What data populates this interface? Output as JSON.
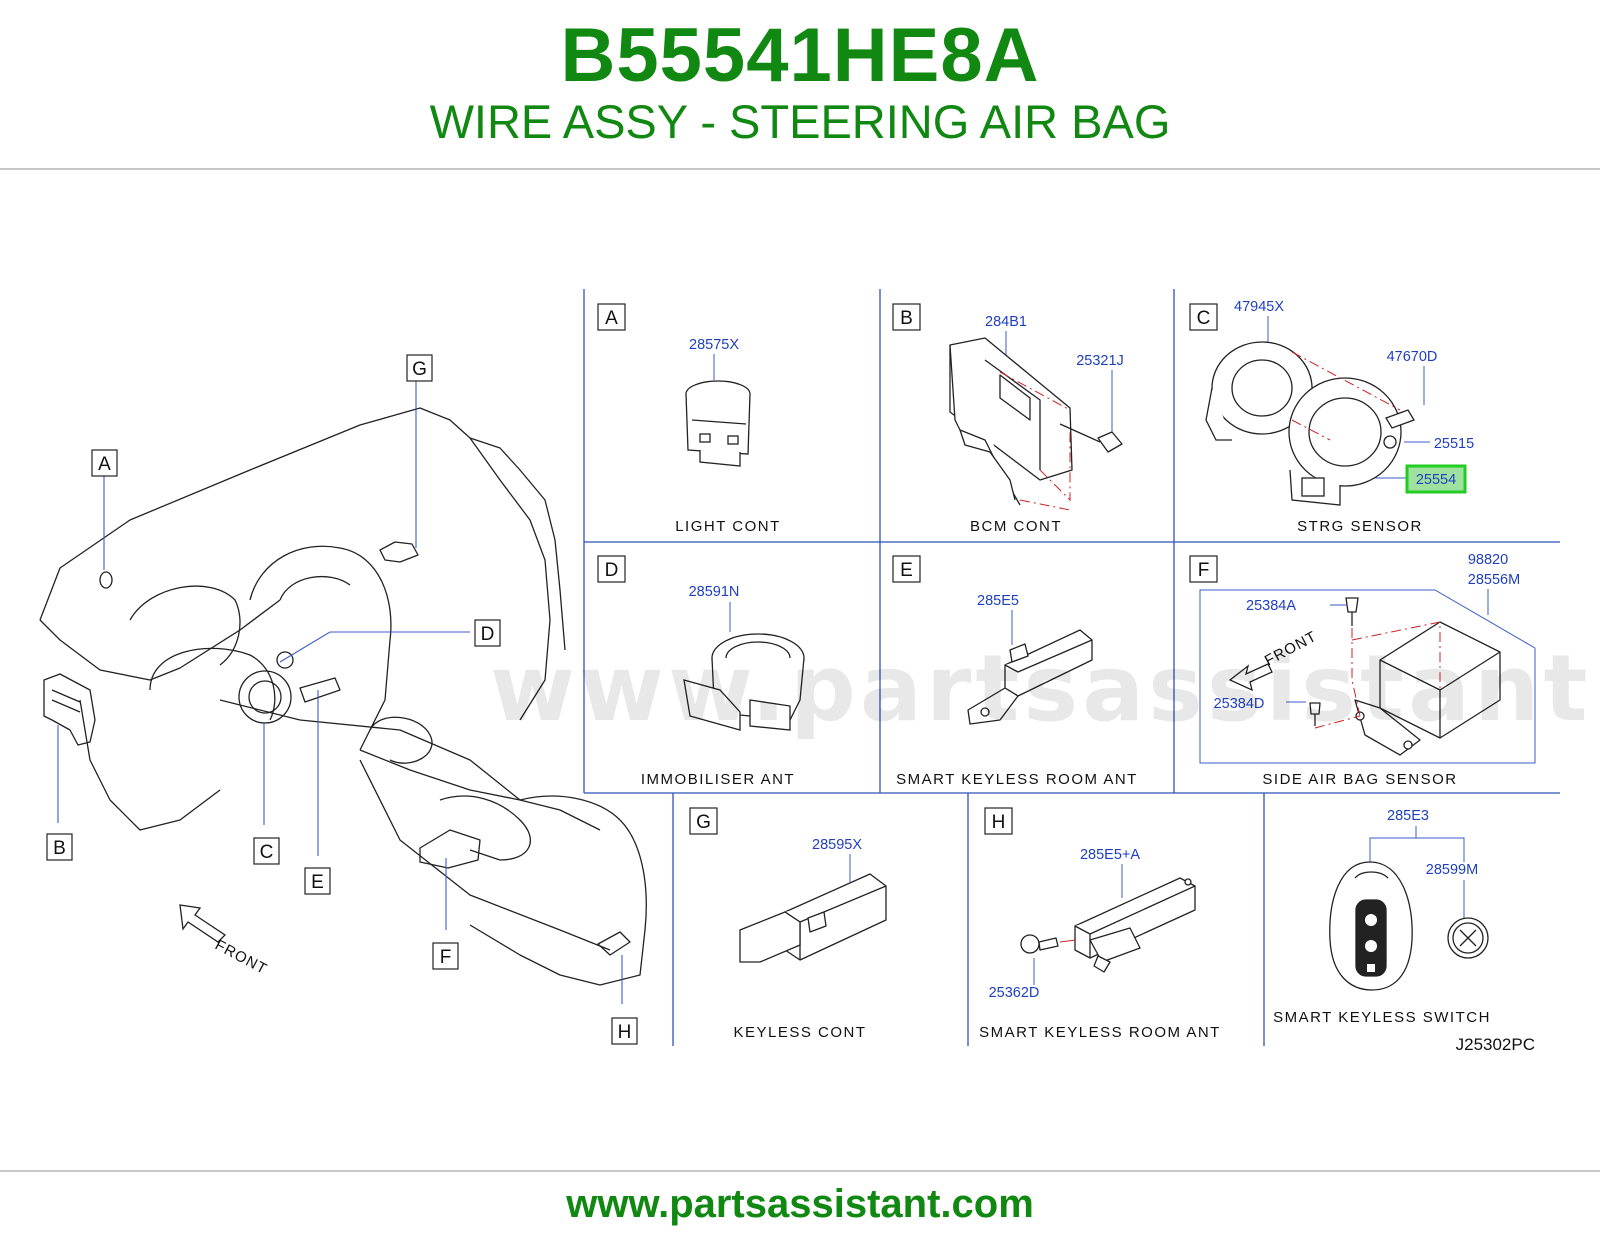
{
  "header": {
    "part_number": "B55541HE8A",
    "part_description": "WIRE ASSY - STEERING AIR BAG"
  },
  "watermark": "www.partsassistant.com",
  "footer": {
    "url": "www.partsassistant.com"
  },
  "diagram": {
    "overview": {
      "callouts": [
        "A",
        "B",
        "C",
        "D",
        "E",
        "F",
        "G",
        "H"
      ],
      "front_label": "FRONT"
    },
    "panels": {
      "A": {
        "letter": "A",
        "caption": "LIGHT   CONT",
        "parts": [
          "28575X"
        ]
      },
      "B": {
        "letter": "B",
        "caption": "BCM   CONT",
        "parts": [
          "284B1",
          "25321J"
        ]
      },
      "C": {
        "letter": "C",
        "caption": "STRG   SENSOR",
        "parts": [
          "47945X",
          "47670D",
          "25515",
          "25554"
        ]
      },
      "D": {
        "letter": "D",
        "caption": "IMMOBILISER   ANT",
        "parts": [
          "28591N"
        ]
      },
      "E": {
        "letter": "E",
        "caption": "SMART   KEYLESS   ROOM   ANT",
        "parts": [
          "285E5"
        ]
      },
      "F": {
        "letter": "F",
        "caption": "SIDE   AIR   BAG   SENSOR",
        "parts": [
          "98820",
          "28556M",
          "25384A",
          "25384D"
        ],
        "front_label": "FRONT"
      },
      "G": {
        "letter": "G",
        "caption": "KEYLESS   CONT",
        "parts": [
          "28595X"
        ]
      },
      "H": {
        "letter": "H",
        "caption": "SMART   KEYLESS   ROOM   ANT",
        "parts": [
          "285E5+A",
          "25362D"
        ]
      },
      "K": {
        "caption": "SMART   KEYLESS   SWITCH",
        "parts": [
          "285E3",
          "28599M"
        ]
      }
    },
    "highlighted_part": "25554",
    "highlight_color": "#22cc22",
    "drawing_code": "J25302PC"
  }
}
